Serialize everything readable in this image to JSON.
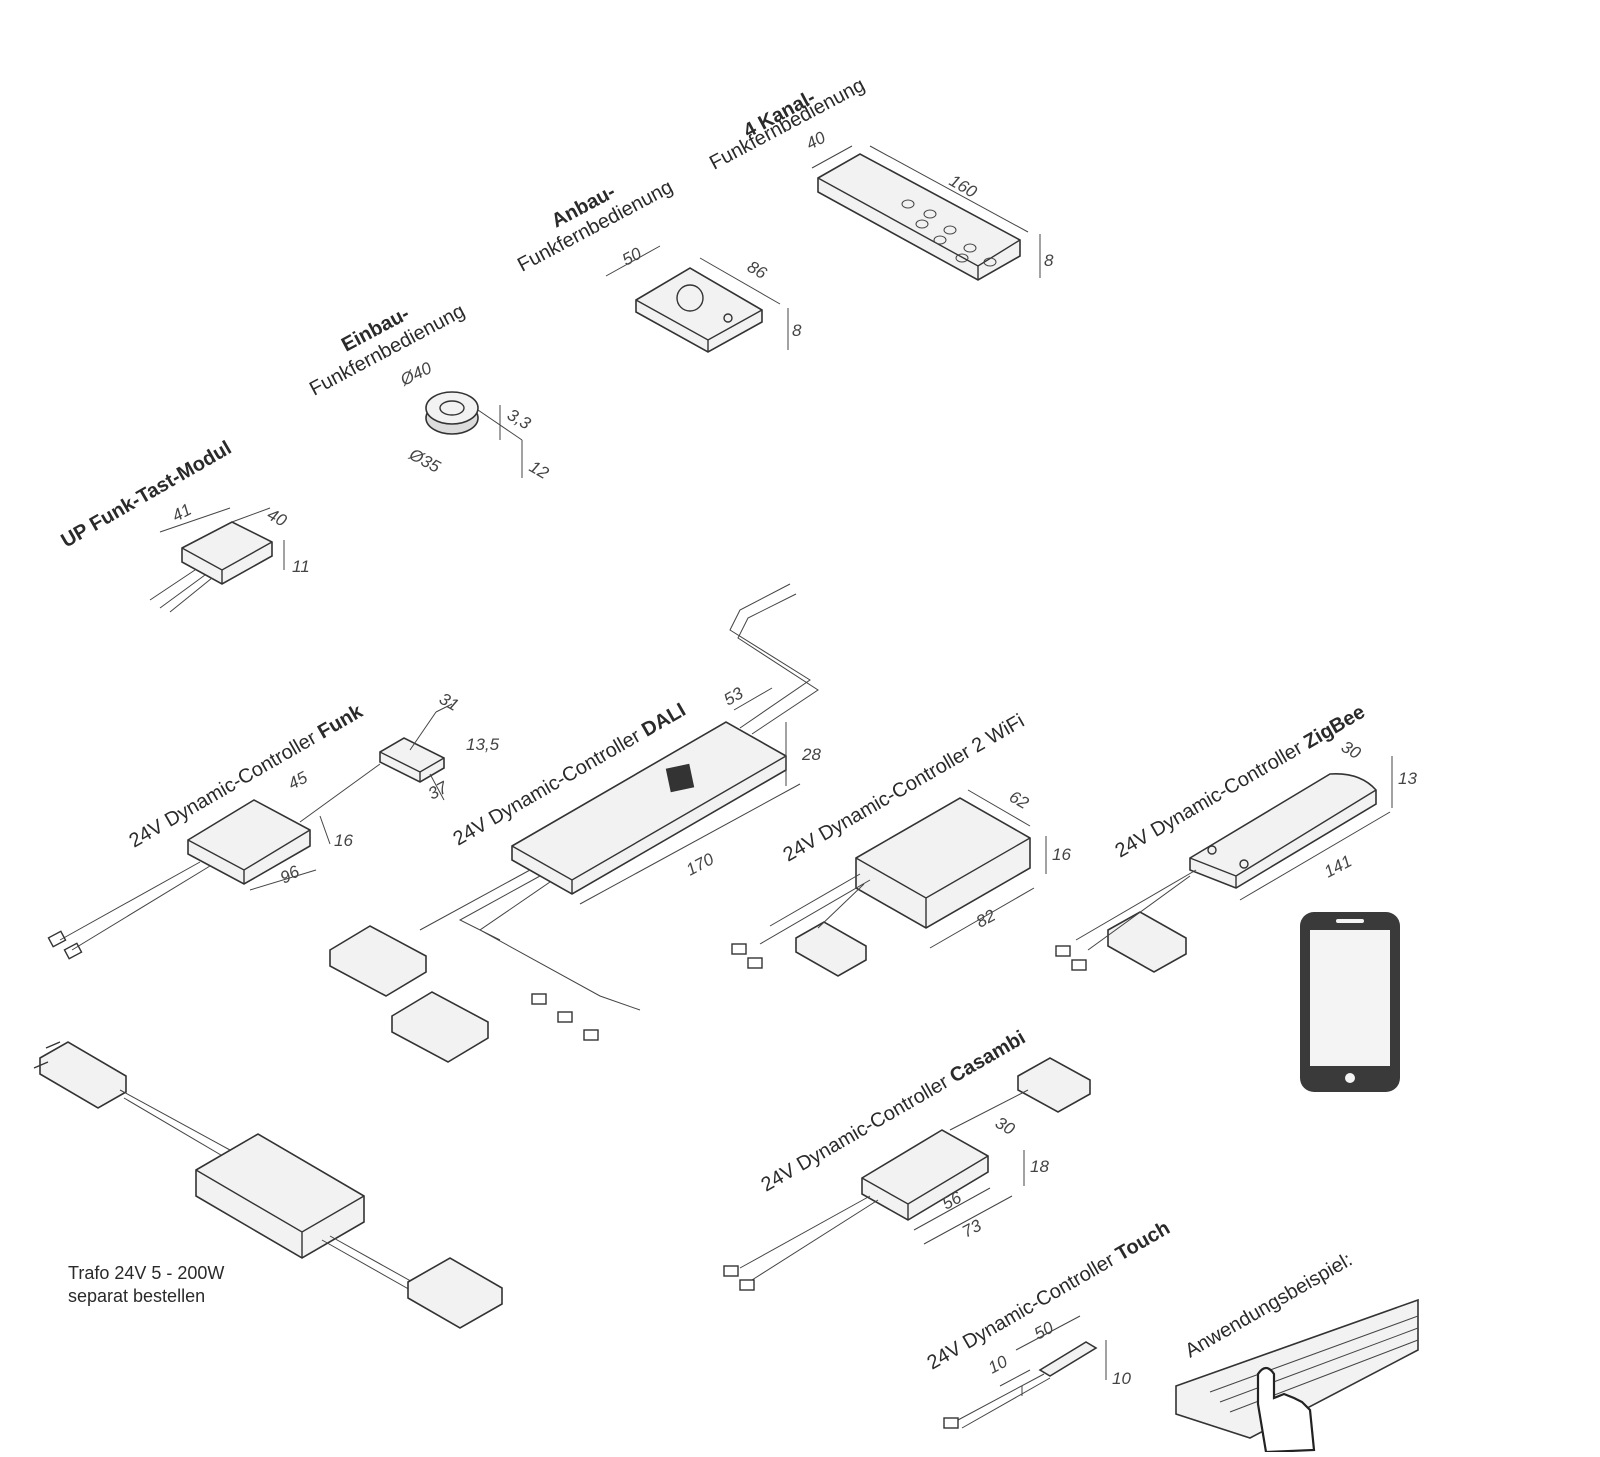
{
  "products": {
    "up_funk": {
      "title": "UP Funk-Tast-Modul",
      "dims": [
        "41",
        "40",
        "11"
      ]
    },
    "einbau": {
      "title": "Einbau-",
      "subtitle": "Funkfernbedienung",
      "dims": [
        "Ø40",
        "3,3",
        "Ø35",
        "12"
      ]
    },
    "anbau": {
      "title": "Anbau-",
      "subtitle": "Funkfernbedienung",
      "dims": [
        "50",
        "86",
        "8"
      ]
    },
    "kanal": {
      "title": "4 Kanal-",
      "subtitle": "Funkfernbedienung",
      "dims": [
        "40",
        "160",
        "8"
      ]
    },
    "funk": {
      "prefix": "24V Dynamic-Controller ",
      "name": "Funk",
      "dims": [
        "31",
        "13,5",
        "37",
        "45",
        "16",
        "96"
      ]
    },
    "dali": {
      "prefix": "24V Dynamic-Controller ",
      "name": "DALI",
      "dims": [
        "53",
        "28",
        "170"
      ]
    },
    "wifi": {
      "prefix": "24V Dynamic-Controller 2 WiFi",
      "dims": [
        "62",
        "16",
        "82"
      ]
    },
    "zigbee": {
      "prefix": "24V Dynamic-Controller ",
      "name": "ZigBee",
      "dims": [
        "30",
        "13",
        "141"
      ]
    },
    "casambi": {
      "prefix": "24V Dynamic-Controller ",
      "name": "Casambi",
      "dims": [
        "30",
        "18",
        "56",
        "73"
      ]
    },
    "touch": {
      "prefix": "24V Dynamic-Controller ",
      "name": "Touch",
      "dims": [
        "50",
        "10",
        "10"
      ]
    }
  },
  "trafo": {
    "line1": "Trafo 24V 5 - 200W",
    "line2": "separat bestellen"
  },
  "example": {
    "label": "Anwendungsbeispiel:"
  },
  "icons": {
    "phone": "smartphone-icon",
    "hand": "hand-pointer-icon"
  },
  "colors": {
    "phone": "#3a3a3a",
    "line": "#333333"
  }
}
